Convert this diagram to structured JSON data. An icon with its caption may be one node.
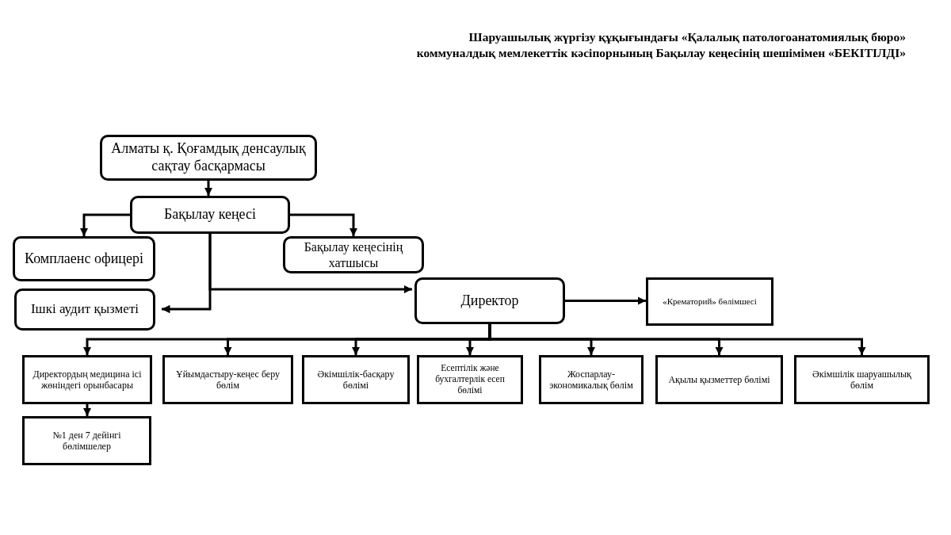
{
  "diagram": {
    "title": "Шаруашылық жүргізу құқығындағы «Қалалық патологоанатомиялық бюро» коммуналдық мемлекеттік кәсіпорнының Бақылау кеңесінің шешімімен «БЕКІТІЛДІ»",
    "nodes": [
      {
        "text": [
          "Алматы қ. Қоғамдық денсаулық сақтау басқармасы"
        ]
      },
      {
        "text": [
          "Бақылау кеңесі"
        ]
      },
      {
        "text": [
          "Комплаенс офицері"
        ]
      },
      {
        "text": [
          "Бақылау кеңесінің хатшысы"
        ]
      },
      {
        "text": [
          "Ішкі аудит қызметі"
        ]
      },
      {
        "text": [
          "Директор"
        ]
      },
      {
        "text": [
          "«Крематорий» бөлімшесі"
        ]
      },
      {
        "text": [
          "Директордың медицина ісі жөніндегі орынбасары"
        ]
      },
      {
        "text": [
          "Ұйымдастыру-кеңес беру бөлім"
        ]
      },
      {
        "text": [
          "Әкімшілік-басқару бөлімі"
        ]
      },
      {
        "text": [
          "Есептілік және бухгалтерлік есеп бөлімі"
        ]
      },
      {
        "text": [
          "Жоспарлау-экономикалық бөлім"
        ]
      },
      {
        "text": [
          "Ақылы қызметтер бөлімі"
        ]
      },
      {
        "text": [
          "Әкімшілік шаруашылық бөлім"
        ]
      },
      {
        "text": [
          "№1 ден 7 дейінгі бөлімшелер"
        ]
      }
    ],
    "edges": [
      {
        "from": 0,
        "to": 1,
        "arrow": "to"
      },
      {
        "from": 1,
        "to": 2,
        "arrow": "to"
      },
      {
        "from": 1,
        "to": 3,
        "arrow": "to"
      },
      {
        "from": 1,
        "to": 4,
        "arrow": "to"
      },
      {
        "from": 1,
        "to": 5,
        "arrow": "to"
      },
      {
        "from": 5,
        "to": 6,
        "arrow": "to"
      },
      {
        "from": 5,
        "to": 7,
        "arrow": "to"
      },
      {
        "from": 5,
        "to": 8,
        "arrow": "to"
      },
      {
        "from": 5,
        "to": 9,
        "arrow": "to"
      },
      {
        "from": 5,
        "to": 10,
        "arrow": "to"
      },
      {
        "from": 5,
        "to": 11,
        "arrow": "to"
      },
      {
        "from": 5,
        "to": 12,
        "arrow": "to"
      },
      {
        "from": 5,
        "to": 13,
        "arrow": "to"
      },
      {
        "from": 7,
        "to": 14,
        "arrow": "to"
      }
    ]
  }
}
